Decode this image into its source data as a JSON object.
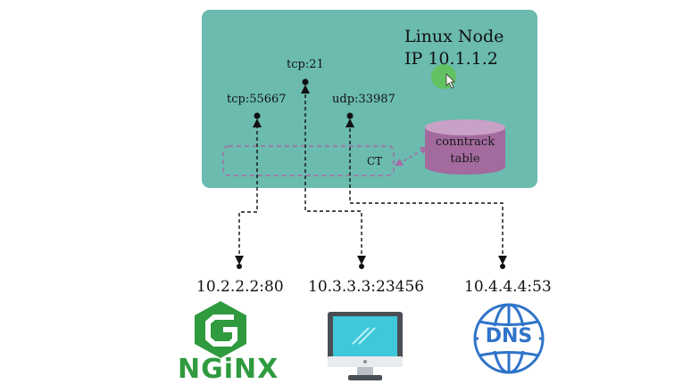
{
  "node": {
    "title_line1": "Linux Node",
    "title_line2": "IP 10.1.1.2",
    "bg_color": "#6bbbaf"
  },
  "ports": {
    "tcp55667": "tcp:55667",
    "tcp21": "tcp:21",
    "udp33987": "udp:33987"
  },
  "ct_label": "CT",
  "conntrack": {
    "line1": "conntrack",
    "line2": "table",
    "color": "#a36a9e"
  },
  "remotes": [
    {
      "address": "10.2.2.2:80",
      "icon": "nginx-logo-icon",
      "logo_text": "NGiNX"
    },
    {
      "address": "10.3.3.3:23456",
      "icon": "monitor-icon"
    },
    {
      "address": "10.4.4.4:53",
      "icon": "dns-globe-icon",
      "logo_text": "DNS"
    }
  ],
  "colors": {
    "nginx_green": "#2f9a3e",
    "dns_blue": "#2f74c9",
    "cursor_highlight": "#62c35a"
  }
}
